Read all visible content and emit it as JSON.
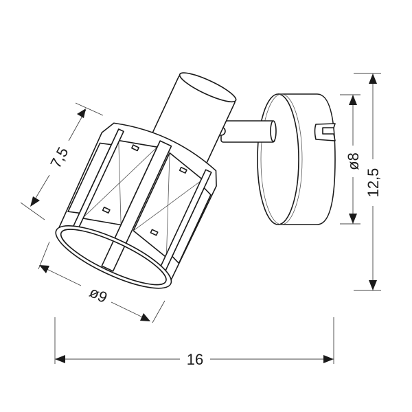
{
  "drawing": {
    "subject": "",
    "line_color": "#1a1a1a",
    "background": "#ffffff"
  },
  "dimensions": {
    "width": "16",
    "height": "12,5",
    "plate_diameter": "ø8",
    "shade_diameter": "ø9",
    "shade_height": "7,5"
  }
}
